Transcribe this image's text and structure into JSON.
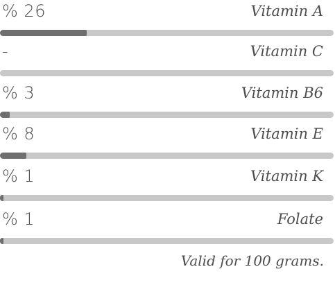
{
  "nutrients": [
    {
      "percent_label": "% 26",
      "name": "Vitamin A",
      "fraction": 0.26
    },
    {
      "percent_label": "-",
      "name": "Vitamin C",
      "fraction": 0
    },
    {
      "percent_label": "% 3",
      "name": "Vitamin B6",
      "fraction": 0.03
    },
    {
      "percent_label": "% 8",
      "name": "Vitamin E",
      "fraction": 0.08
    },
    {
      "percent_label": "% 1",
      "name": "Vitamin K",
      "fraction": 0.01
    },
    {
      "percent_label": "% 1",
      "name": "Folate",
      "fraction": 0.01
    }
  ],
  "footnote": "Valid for 100 grams.",
  "colors": {
    "track": "#c8c8c8",
    "fill": "#6e6e6e",
    "text": "#4d4d4d"
  }
}
